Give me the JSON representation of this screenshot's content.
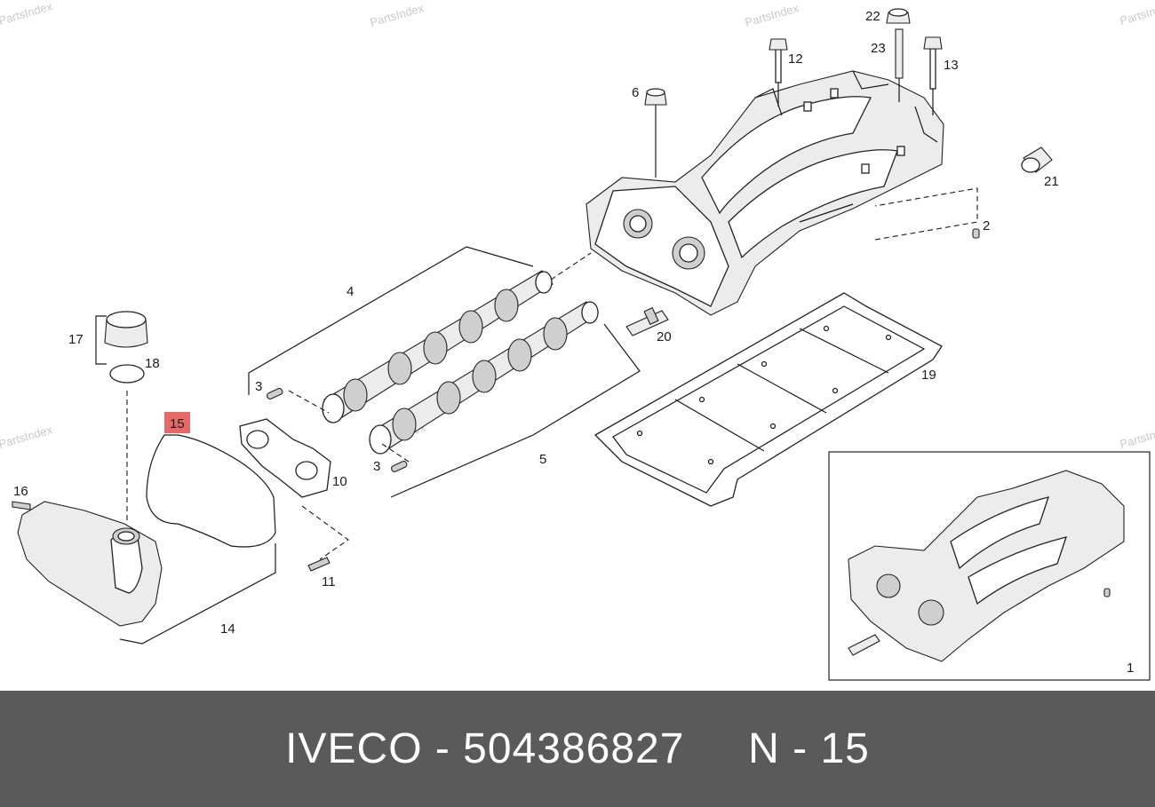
{
  "watermark": "PartsIndex",
  "footer": {
    "brand": "IVECO",
    "part_number": "504386827",
    "position_ref": "N - 15",
    "text": "IVECO - 504386827     N - 15"
  },
  "highlight_color": "#e8686a",
  "highlighted_part": "15",
  "callouts": {
    "c1": "1",
    "c2": "2",
    "c3a": "3",
    "c3b": "3",
    "c4": "4",
    "c5": "5",
    "c6": "6",
    "c10": "10",
    "c11": "11",
    "c12": "12",
    "c13": "13",
    "c14": "14",
    "c15": "15",
    "c16": "16",
    "c17": "17",
    "c18": "18",
    "c19": "19",
    "c20": "20",
    "c21": "21",
    "c22": "22",
    "c23": "23"
  }
}
